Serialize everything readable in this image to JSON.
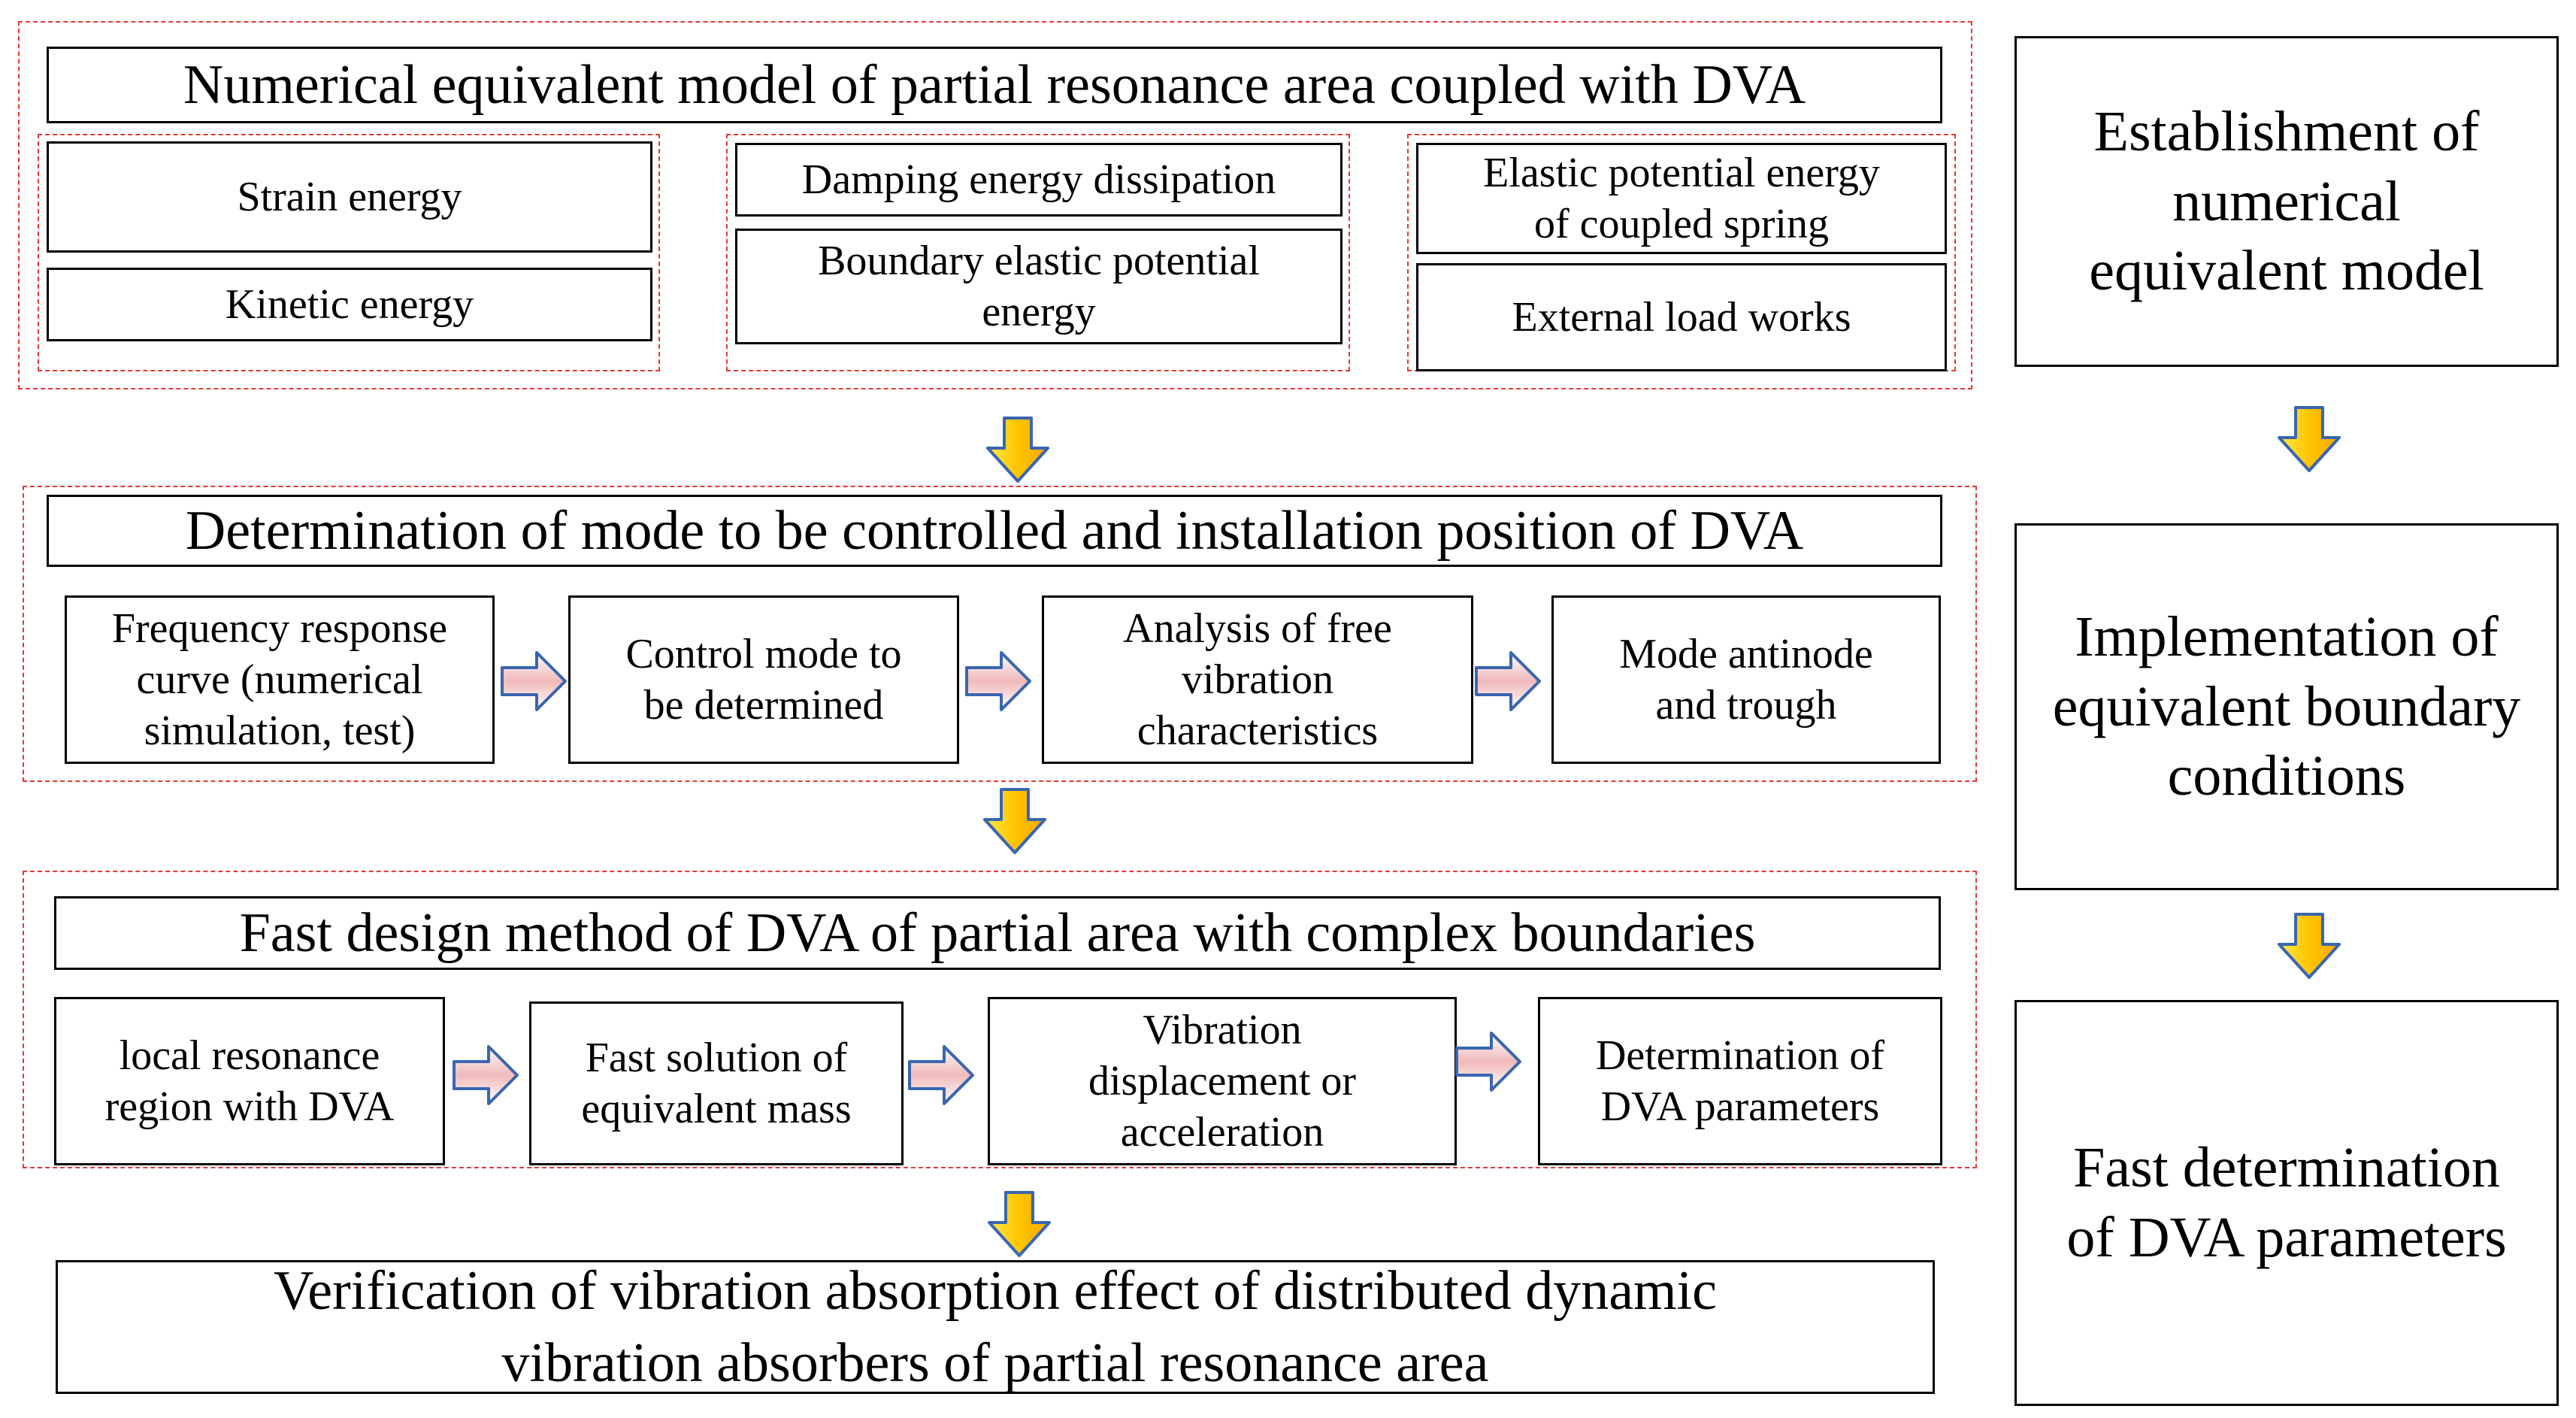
{
  "panel1": {
    "title": "Numerical equivalent model of partial resonance area coupled with DVA",
    "strain_energy": "Strain energy",
    "kinetic_energy": "Kinetic energy",
    "damping_energy": "Damping energy dissipation",
    "boundary_elastic": "Boundary elastic potential\nenergy",
    "coupled_spring": "Elastic potential energy\nof coupled spring",
    "external_load": "External load works"
  },
  "panel2": {
    "title": "Determination of mode to be controlled and installation position of DVA",
    "steps": [
      "Frequency response\ncurve (numerical\nsimulation, test)",
      "Control mode to\nbe determined",
      "Analysis of free\nvibration\ncharacteristics",
      "Mode antinode\nand trough"
    ]
  },
  "panel3": {
    "title": "Fast design method of DVA of partial area with complex boundaries",
    "steps": [
      "local resonance\nregion with DVA",
      "Fast solution of\nequivalent mass",
      "Vibration\ndisplacement or\nacceleration",
      "Determination of\nDVA parameters"
    ]
  },
  "verification": "Verification of vibration absorption effect of  distributed dynamic\nvibration absorbers of partial resonance area",
  "right_column": [
    "Establishment of\nnumerical\nequivalent model",
    "Implementation of\nequivalent boundary\nconditions",
    "Fast determination\nof DVA parameters"
  ],
  "icons": {
    "down_arrow": "down-arrow-icon (yellow fill, blue outline)",
    "right_arrow": "right-arrow-icon (pink gradient fill, blue outline)"
  },
  "colors": {
    "dashed_border": "#e53935",
    "down_arrow_fill": "#ffd400",
    "down_arrow_outline": "#3a66b0",
    "right_arrow_fill": "#f3c9c9",
    "right_arrow_outline": "#3a66b0"
  }
}
